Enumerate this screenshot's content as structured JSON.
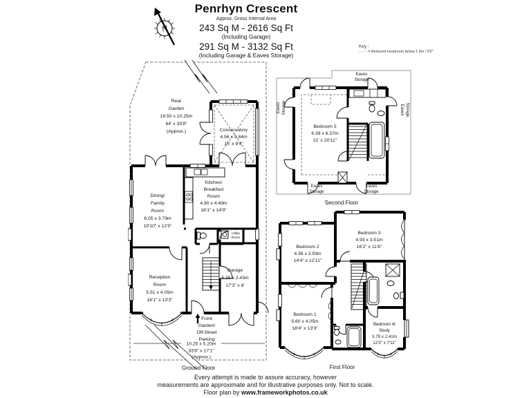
{
  "header": {
    "title": "Penrhyn Crescent",
    "subtitle": "Approx. Gross Internal Area",
    "area1": "243 Sq M - 2616 Sq Ft",
    "area1_note": "(Including Garage)",
    "area2": "291 Sq M - 3132 Sq Ft",
    "area2_note": "(Including Garage & Eaves Storage)"
  },
  "compass": {
    "north": "N"
  },
  "key": {
    "label": "Key :",
    "dashes": "- - - - =",
    "text": "Reduced headroom below 1.5m / 5'0\""
  },
  "gf": {
    "label": "Ground Floor",
    "rear_garden": [
      "Rear",
      "Garden",
      "19.50 x 10.25m",
      "64' x 33'8\"",
      "(Approx.)"
    ],
    "conservatory": [
      "Conservatory",
      "4.56 x 2.84m",
      "15' x 9'4\""
    ],
    "dining": [
      "Dining/",
      "Family",
      "Room",
      "6.05 x 3.79m",
      "19'10\" x 12'5\""
    ],
    "kitchen": [
      "Kitchen/",
      "Breakfast",
      "Room",
      "4.90 x 4.49m",
      "16'1\" x 14'9\""
    ],
    "utility": [
      "Utility",
      "Room"
    ],
    "reception": [
      "Reception",
      "Room",
      "5.51 x 4.05m",
      "18'1\" x 13'3\""
    ],
    "garage": [
      "Garage",
      "5.25 x 2.43m",
      "17'3\" x 8'"
    ],
    "front_garden": [
      "Front",
      "Garden/",
      "Off-Street",
      "Parking",
      "10.25 x 5.20m",
      "33'8\" x 17'1\"",
      "(Approx.)"
    ]
  },
  "sf": {
    "label": "Second Floor",
    "bedroom5": [
      "Bedroom 5",
      "6.39 x 6.37m",
      "21' x 20'11\""
    ],
    "eaves": [
      "Eaves",
      "Storage"
    ]
  },
  "ff": {
    "label": "First Floor",
    "bedroom1": [
      "Bedroom 1",
      "5.60 x 4.05m",
      "18'4\" x 13'3\""
    ],
    "bedroom2": [
      "Bedroom 2",
      "4.36 x 3.93m",
      "14'4\" x 12'11\""
    ],
    "bedroom3": [
      "Bedroom 3",
      "4.93 x 3.51m",
      "16'2\" x 11'6\""
    ],
    "bedroom4": [
      "Bedroom 4/",
      "Study",
      "3.79 x 2.41m",
      "12'5\" x 7'11\""
    ]
  },
  "footer": {
    "line1": "Every attempt is made to assure accuracy, however",
    "line2": "measurements are approximate and for illustrative purposes only. Not to scale.",
    "credit_prefix": "Floor plan by ",
    "credit": "www.frameworkphotos.co.uk"
  }
}
